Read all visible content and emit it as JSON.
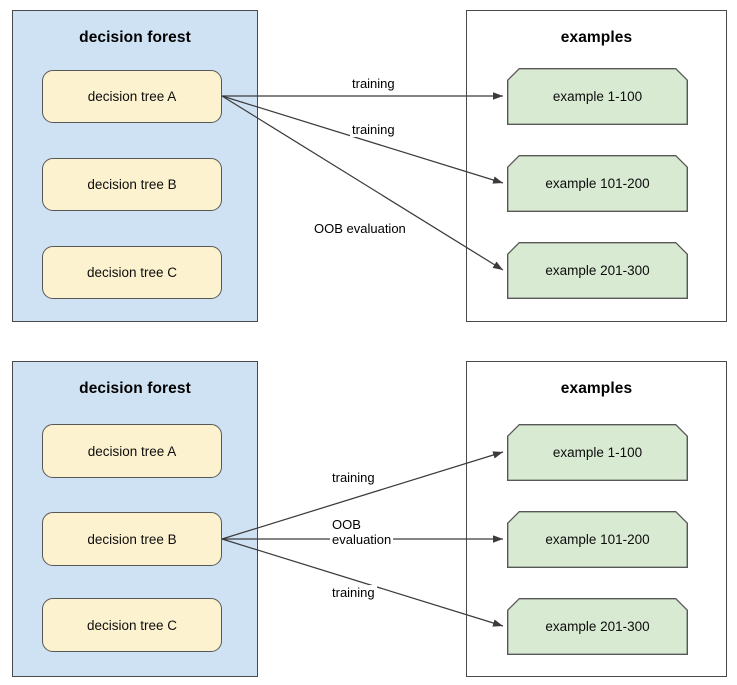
{
  "diagrams": [
    {
      "id": "diagram-top",
      "forest": {
        "title": "decision forest",
        "trees": [
          {
            "label": "decision tree A",
            "highlighted": true
          },
          {
            "label": "decision tree B",
            "highlighted": false
          },
          {
            "label": "decision tree C",
            "highlighted": false
          }
        ]
      },
      "examples": {
        "title": "examples",
        "items": [
          {
            "label": "example 1-100"
          },
          {
            "label": "example 101-200"
          },
          {
            "label": "example 201-300"
          }
        ]
      },
      "edges": [
        {
          "from": "decision tree A",
          "to": "example 1-100",
          "label": "training"
        },
        {
          "from": "decision tree A",
          "to": "example 101-200",
          "label": "training"
        },
        {
          "from": "decision tree A",
          "to": "example 201-300",
          "label": "OOB evaluation"
        }
      ]
    },
    {
      "id": "diagram-bottom",
      "forest": {
        "title": "decision forest",
        "trees": [
          {
            "label": "decision tree A",
            "highlighted": false
          },
          {
            "label": "decision tree B",
            "highlighted": true
          },
          {
            "label": "decision tree C",
            "highlighted": false
          }
        ]
      },
      "examples": {
        "title": "examples",
        "items": [
          {
            "label": "example 1-100"
          },
          {
            "label": "example 101-200"
          },
          {
            "label": "example 201-300"
          }
        ]
      },
      "edges": [
        {
          "from": "decision tree B",
          "to": "example 1-100",
          "label": "training"
        },
        {
          "from": "decision tree B",
          "to": "example 101-200",
          "label": "OOB evaluation",
          "label_line1": "OOB",
          "label_line2": "evaluation"
        },
        {
          "from": "decision tree B",
          "to": "example 201-300",
          "label": "training"
        }
      ]
    }
  ],
  "colors": {
    "forest_panel_fill": "#cfe2f3",
    "tree_box_fill": "#fdf2cf",
    "example_box_fill": "#d9ead3",
    "border": "#575757",
    "arrow": "#3b3b3b"
  }
}
